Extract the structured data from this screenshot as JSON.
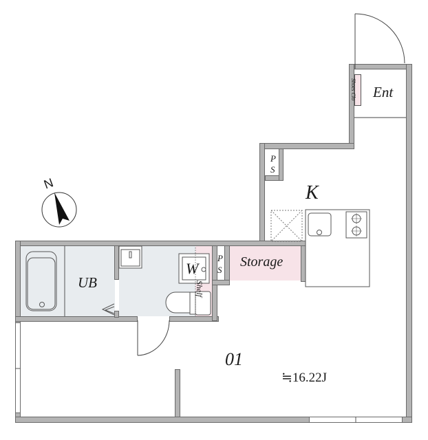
{
  "floorplan": {
    "unit_label": "01",
    "area_label": "≒16.22J",
    "rooms": {
      "entrance": "Ent",
      "shoes_closet": "Shoes Clo",
      "kitchen": "K",
      "unit_bath": "UB",
      "washer": "W",
      "shelf": "Shelf",
      "storage": "Storage",
      "pipe_space_upper_p": "P",
      "pipe_space_upper_s": "S",
      "pipe_space_lower_p": "P",
      "pipe_space_lower_s": "S"
    },
    "compass": {
      "label": "N"
    },
    "colors": {
      "wall_fill": "#b4b4b4",
      "wall_outline": "#6a6a6a",
      "wet_area": "#e8ecef",
      "storage_pink": "#f7e3e8",
      "text": "#1a1a1a"
    }
  }
}
